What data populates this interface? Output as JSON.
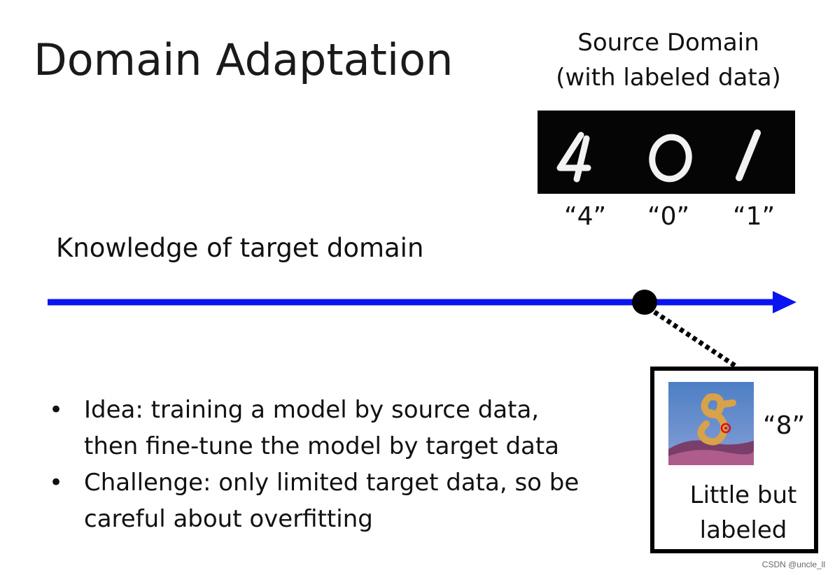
{
  "slide": {
    "title": "Domain Adaptation",
    "source_domain": {
      "line1": "Source Domain",
      "line2": "(with labeled data)",
      "digit_labels": [
        "“4”",
        "“0”",
        "“1”"
      ]
    },
    "axis_label": "Knowledge of target domain",
    "bullets": [
      {
        "line1": "Idea: training a model by source data,",
        "line2": "then fine-tune the model by target data"
      },
      {
        "line1": "Challenge: only limited target data, so be",
        "line2": "careful about overfitting"
      }
    ],
    "bullet_glyph": "•",
    "target_example": {
      "label": "“8”",
      "caption_line1": "Little but",
      "caption_line2": "labeled"
    },
    "watermark": "CSDN @uncle_ll"
  },
  "colors": {
    "axis_arrow": "#0a14f0",
    "marker": "#000000",
    "digit_bg": "#050505"
  },
  "icons": [
    "arrow-right-icon",
    "marker-dot-icon"
  ]
}
